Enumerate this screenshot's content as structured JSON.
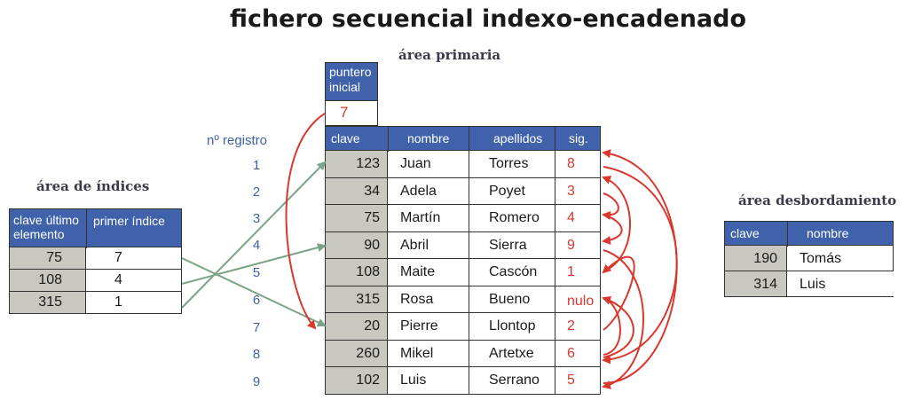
{
  "title": "fichero secuencial indexo-encadenado",
  "sections": {
    "primary": "área primaria",
    "index": "área de índices",
    "overflow": "área desbordamiento"
  },
  "puntero": {
    "label": "puntero inicial",
    "value": "7"
  },
  "registro_label": "nº registro",
  "registro_numbers": [
    "1",
    "2",
    "3",
    "4",
    "5",
    "6",
    "7",
    "8",
    "9"
  ],
  "primary": {
    "headers": [
      "clave",
      "nombre",
      "apellidos",
      "sig."
    ],
    "rows": [
      {
        "clave": "123",
        "nombre": "Juan",
        "apellidos": "Torres",
        "sig": "8"
      },
      {
        "clave": "34",
        "nombre": "Adela",
        "apellidos": "Poyet",
        "sig": "3"
      },
      {
        "clave": "75",
        "nombre": "Martín",
        "apellidos": "Romero",
        "sig": "4"
      },
      {
        "clave": "90",
        "nombre": "Abril",
        "apellidos": "Sierra",
        "sig": "9"
      },
      {
        "clave": "108",
        "nombre": "Maite",
        "apellidos": "Cascón",
        "sig": "1"
      },
      {
        "clave": "315",
        "nombre": "Rosa",
        "apellidos": "Bueno",
        "sig": "nulo"
      },
      {
        "clave": "20",
        "nombre": "Pierre",
        "apellidos": "Llontop",
        "sig": "2"
      },
      {
        "clave": "260",
        "nombre": "Mikel",
        "apellidos": "Artetxe",
        "sig": "6"
      },
      {
        "clave": "102",
        "nombre": "Luis",
        "apellidos": "Serrano",
        "sig": "5"
      }
    ]
  },
  "index": {
    "headers": [
      "clave último elemento",
      "primer índice"
    ],
    "rows": [
      {
        "clave": "75",
        "primer": "7"
      },
      {
        "clave": "108",
        "primer": "4"
      },
      {
        "clave": "315",
        "primer": "1"
      }
    ]
  },
  "overflow": {
    "headers": [
      "clave",
      "nombre"
    ],
    "rows": [
      {
        "clave": "190",
        "nombre": "Tomás"
      },
      {
        "clave": "314",
        "nombre": "Luis"
      }
    ]
  },
  "colors": {
    "header_blue": "#3f62ab",
    "pointer_red": "#d9382e",
    "arrow_green": "#7aa488",
    "key_gray": "#c8c8c0"
  }
}
